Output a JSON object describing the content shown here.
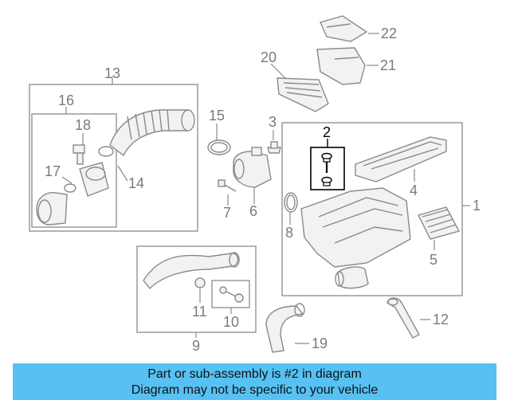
{
  "diagram": {
    "callouts": [
      "1",
      "2",
      "3",
      "4",
      "5",
      "6",
      "7",
      "8",
      "9",
      "10",
      "11",
      "12",
      "13",
      "14",
      "15",
      "16",
      "17",
      "18",
      "19",
      "20",
      "21",
      "22"
    ],
    "highlighted_part": "2"
  },
  "info_bar": {
    "line1": "Part or sub-assembly is #2 in diagram",
    "line2": "Diagram may not be specific to your vehicle"
  },
  "colors": {
    "info_bar_bg": "#56c1f2",
    "line_art": "#8a8a8a",
    "highlight": "#000000"
  }
}
